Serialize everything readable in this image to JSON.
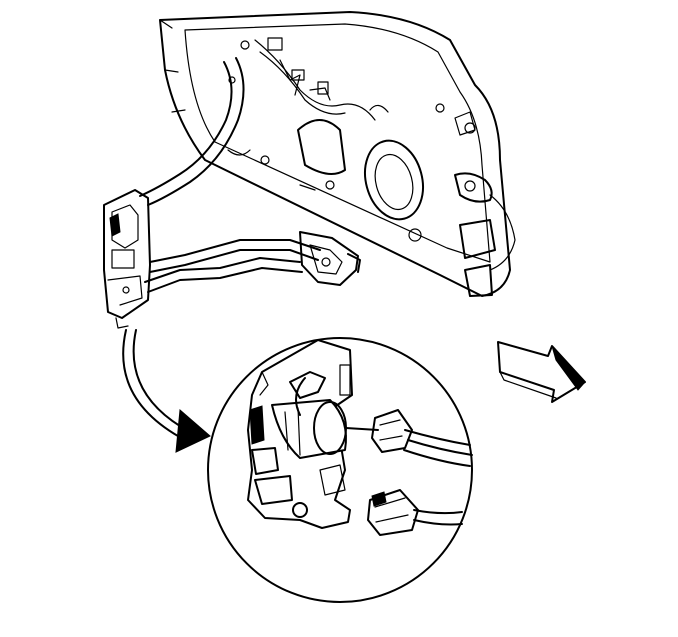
{
  "figure": {
    "subject": "door-latch-assembly-illustration",
    "icons": [
      "door-inner-panel",
      "door-latch-actuator",
      "lock-rods",
      "magnified-detail-circle",
      "curved-callout-arrow",
      "vehicle-forward-arrow"
    ],
    "colors": {
      "ink": "#000000",
      "paper": "#ffffff"
    }
  }
}
